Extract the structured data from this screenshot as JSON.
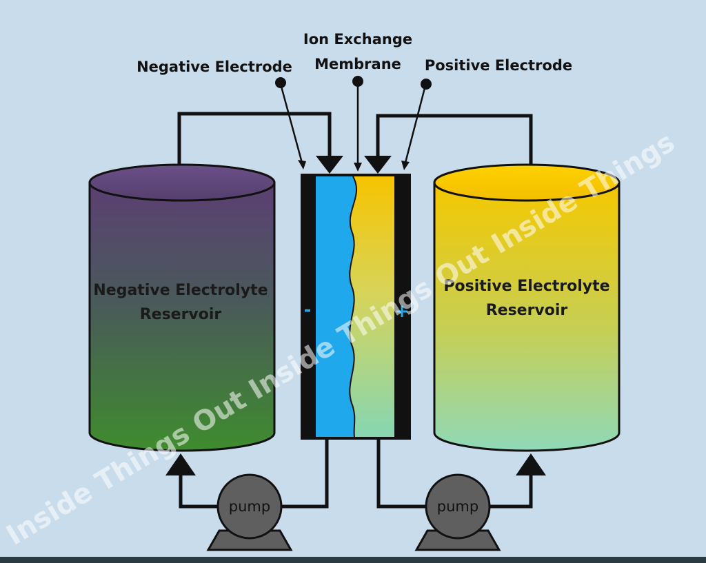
{
  "labels": {
    "negative_electrode": "Negative Electrode",
    "membrane_line1": "Ion Exchange",
    "membrane_line2": "Membrane",
    "positive_electrode": "Positive Electrode"
  },
  "reservoirs": {
    "negative_line1": "Negative Electrolyte",
    "negative_line2": "Reservoir",
    "positive_line1": "Positive Electrolyte",
    "positive_line2": "Reservoir"
  },
  "cell": {
    "negative_sign": "-",
    "positive_sign": "+"
  },
  "pumps": {
    "left": "pump",
    "right": "pump"
  },
  "watermark": "Inside Things Out Inside Things Out Inside Things",
  "colors": {
    "background": "#c9dceb",
    "negative_top": "#5b3f73",
    "negative_bottom": "#3f8c2e",
    "positive_top": "#f5c800",
    "positive_bottom": "#8fd9b8",
    "negative_half_cell": "#1fa8ec",
    "sign": "#1fa8ec",
    "pump": "#5f5f5f"
  }
}
